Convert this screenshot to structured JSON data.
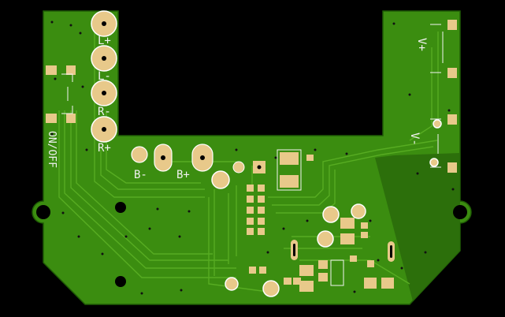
{
  "colors": {
    "background": "#000000",
    "board": "#3b8d10",
    "board_dark": "#2d7a0a",
    "copper_fill": "#2f6e0e",
    "trace": "#4ea51c",
    "pad": "#e8c98a",
    "silkscreen": "#f2f2f2"
  },
  "labels": {
    "l_plus": "L+",
    "l_minus": "L-",
    "r_minus": "R-",
    "r_plus": "R+",
    "b_minus": "B-",
    "b_plus": "B+",
    "v_plus": "V+",
    "v_minus": "V-",
    "on_off": "ON/OFF"
  }
}
